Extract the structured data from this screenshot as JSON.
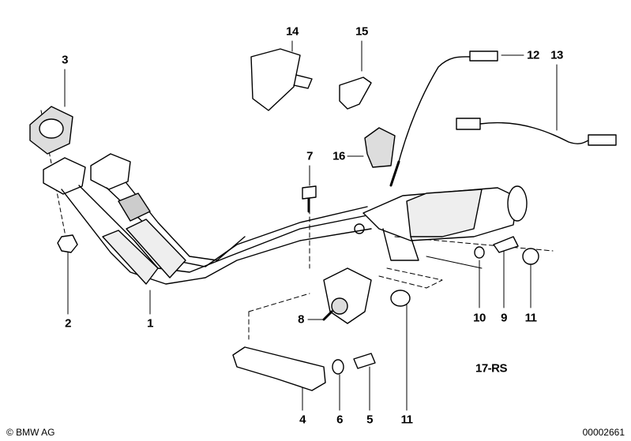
{
  "callouts": {
    "c1": "1",
    "c2": "2",
    "c3": "3",
    "c4": "4",
    "c5": "5",
    "c6": "6",
    "c7": "7",
    "c8": "8",
    "c9": "9",
    "c10": "10",
    "c11a": "11",
    "c11b": "11",
    "c12": "12",
    "c13": "13",
    "c14": "14",
    "c15": "15",
    "c16": "16"
  },
  "group_label": "17-RS",
  "footer": {
    "copyright": "© BMW AG",
    "image_number": "00002661"
  },
  "colors": {
    "ink": "#000000",
    "background": "#ffffff"
  }
}
